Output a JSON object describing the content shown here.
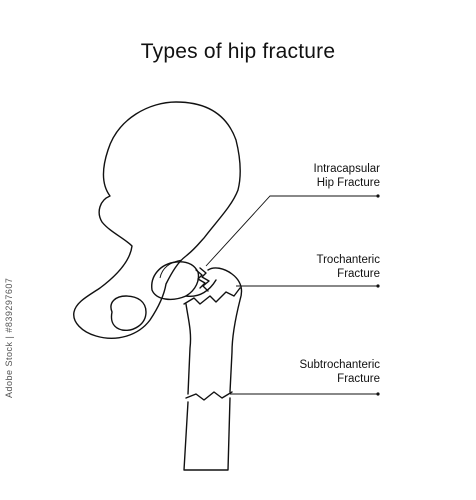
{
  "title": "Types of hip fracture",
  "labels": {
    "intracapsular": {
      "line1": "Intracapsular",
      "line2": "Hip Fracture"
    },
    "trochanteric": {
      "line1": "Trochanteric",
      "line2": "Fracture"
    },
    "subtrochanteric": {
      "line1": "Subtrochanteric",
      "line2": "Fracture"
    }
  },
  "watermark": "Adobe Stock | #839297607",
  "colors": {
    "line": "#111111",
    "background": "#ffffff"
  }
}
